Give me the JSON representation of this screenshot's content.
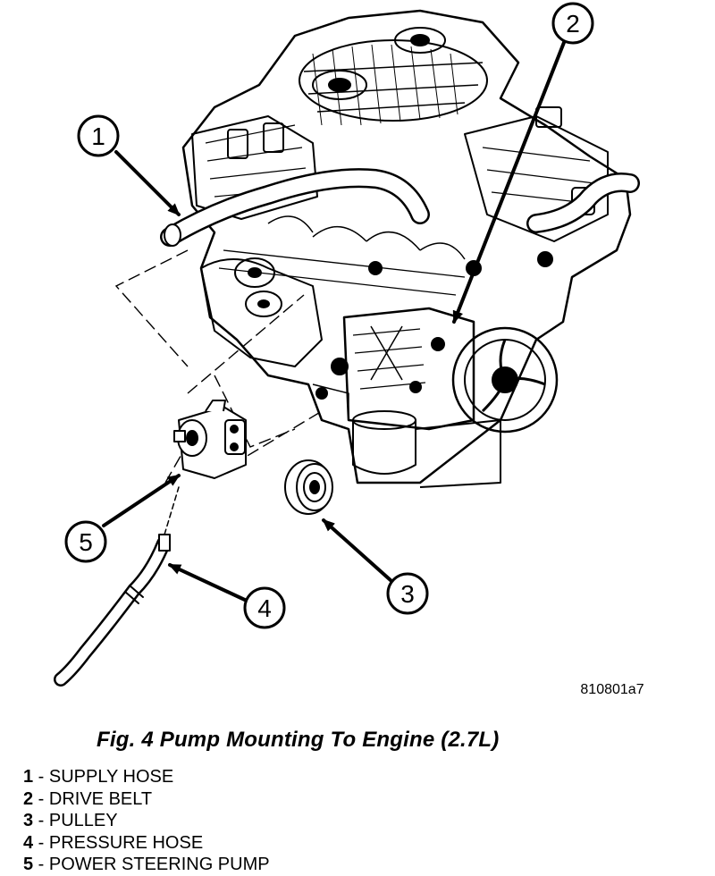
{
  "figure": {
    "part_id": "810801a7",
    "caption": "Fig. 4 Pump Mounting To Engine (2.7L)",
    "callouts": [
      "1",
      "2",
      "3",
      "4",
      "5"
    ]
  },
  "legend": [
    {
      "num": "1",
      "text": " - SUPPLY HOSE"
    },
    {
      "num": "2",
      "text": " - DRIVE BELT"
    },
    {
      "num": "3",
      "text": " - PULLEY"
    },
    {
      "num": "4",
      "text": " - PRESSURE HOSE"
    },
    {
      "num": "5",
      "text": " - POWER STEERING PUMP"
    }
  ]
}
